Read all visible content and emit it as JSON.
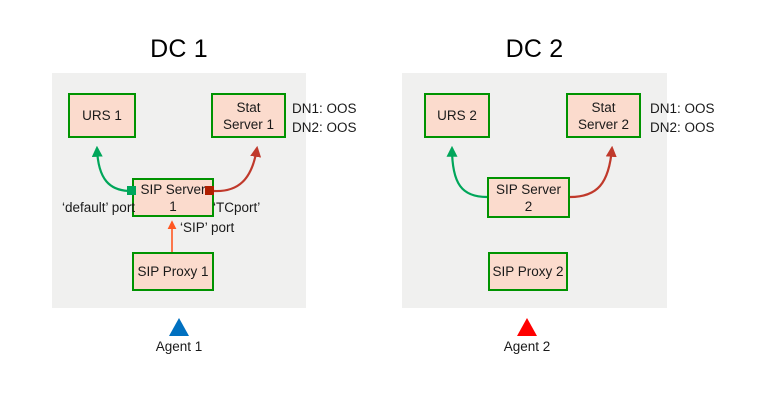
{
  "theme": {
    "background": "#ffffff",
    "panel_fill": "#f0f0ef",
    "node_fill": "#fbdbcd",
    "node_border": "#009300",
    "green_link": "#00a65a",
    "red_link": "#c0392b",
    "orange_link": "#ff5722",
    "port_green": "#00a65a",
    "port_red": "#b02000",
    "agent1_color": "#0070c0",
    "agent2_color": "#ff0000",
    "text_color": "#1a1a1a"
  },
  "datacenters": [
    {
      "id": "dc1",
      "title": "DC 1",
      "nodes": {
        "urs": "URS 1",
        "stat_server_line1": "Stat",
        "stat_server_line2": "Server 1",
        "sip_server_line1": "SIP Server",
        "sip_server_line2": "1",
        "sip_proxy": "SIP Proxy 1"
      },
      "dn_status": [
        "DN1: OOS",
        "DN2: OOS"
      ],
      "port_labels": {
        "default_port_line1": "‘default’",
        "default_port_line2": "port",
        "tcport": "‘TCport’",
        "sip_port": "‘SIP’ port"
      },
      "ports": [
        {
          "name": "default-port-marker",
          "color": "green"
        },
        {
          "name": "tcport-marker",
          "color": "red"
        }
      ],
      "agent": {
        "label": "Agent 1",
        "color": "#0070c0"
      }
    },
    {
      "id": "dc2",
      "title": "DC 2",
      "nodes": {
        "urs": "URS 2",
        "stat_server_line1": "Stat",
        "stat_server_line2": "Server 2",
        "sip_server_line1": "SIP Server",
        "sip_server_line2": "2",
        "sip_proxy": "SIP Proxy 2"
      },
      "dn_status": [
        "DN1: OOS",
        "DN2: OOS"
      ],
      "port_labels": {},
      "ports": [],
      "agent": {
        "label": "Agent 2",
        "color": "#ff0000"
      }
    }
  ]
}
